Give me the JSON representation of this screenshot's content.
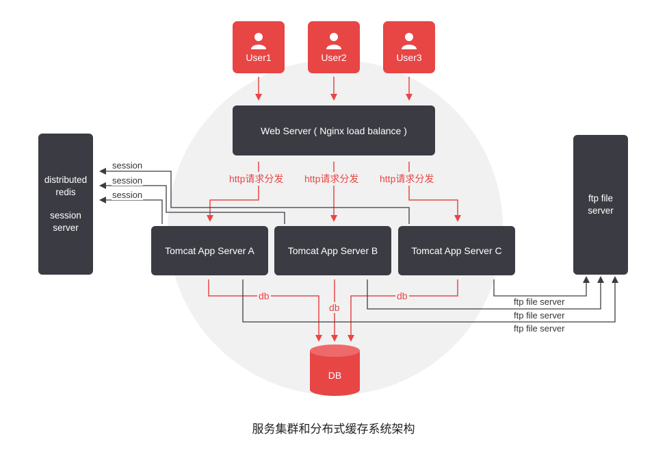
{
  "users": [
    "User1",
    "User2",
    "User3"
  ],
  "web_server": "Web Server ( Nginx load balance )",
  "http_label": "http请求分发",
  "app_servers": [
    "Tomcat App Server A",
    "Tomcat App Server B",
    "Tomcat App Server C"
  ],
  "redis": {
    "line1": "distributed",
    "line2": "redis",
    "line3": "session",
    "line4": "server"
  },
  "session_label": "session",
  "ftp": {
    "line1": "ftp file",
    "line2": "server"
  },
  "ftp_label": "ftp file server",
  "db_label": "db",
  "db_node": "DB",
  "caption": "服务集群和分布式缓存系统架构",
  "colors": {
    "accent": "#e84545",
    "dark": "#3b3b43",
    "circle": "#f1f1f1"
  },
  "icons": {
    "user": "user-icon"
  }
}
